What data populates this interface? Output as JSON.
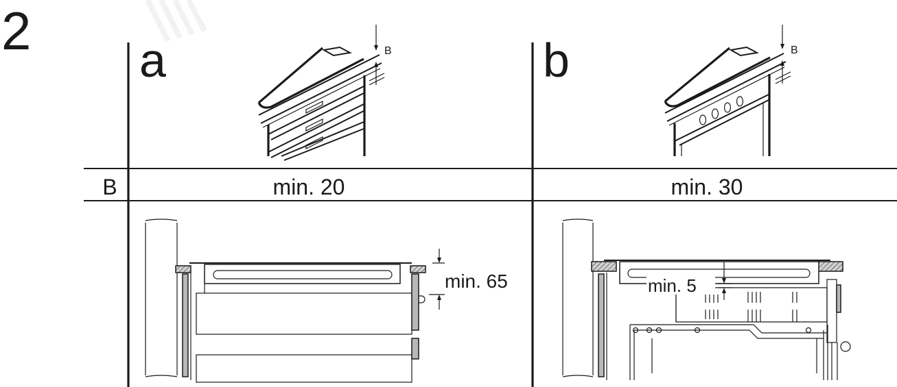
{
  "figure_number": "2",
  "panels": [
    {
      "letter": "a",
      "dimension_marker": "B",
      "min_value": "min. 20",
      "clearance_label": "min. 65"
    },
    {
      "letter": "b",
      "dimension_marker": "B",
      "min_value": "min. 30",
      "clearance_label": "min. 5"
    }
  ],
  "row_header": "B",
  "colors": {
    "ink": "#1a1a1a",
    "hatch_grey": "#b8b8b8",
    "background": "#ffffff"
  }
}
